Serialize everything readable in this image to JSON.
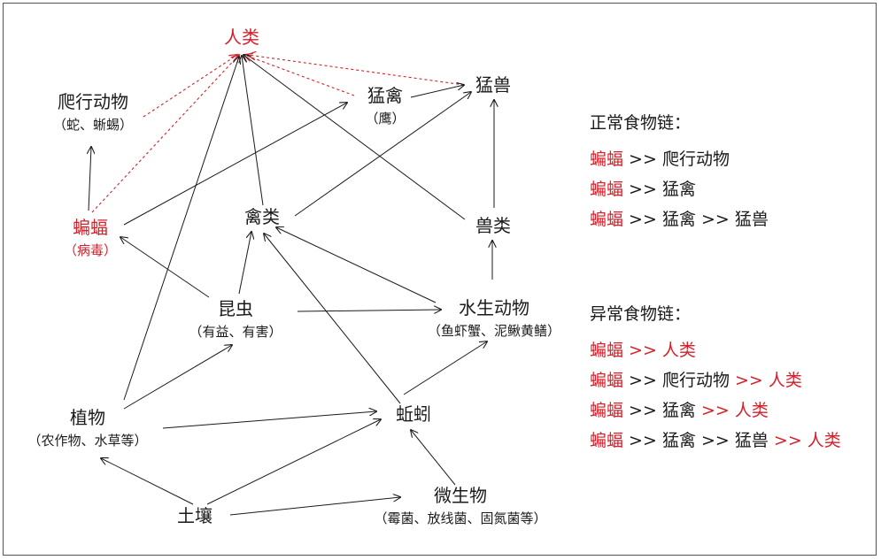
{
  "nodes": {
    "human": {
      "label": "人类"
    },
    "reptile": {
      "label": "爬行动物",
      "sub": "（蛇、蜥蜴）"
    },
    "raptor": {
      "label": "猛禽",
      "sub": "（鹰）"
    },
    "beast": {
      "label": "猛兽"
    },
    "bat": {
      "label": "蝙蝠",
      "sub": "（病毒）"
    },
    "bird": {
      "label": "禽类"
    },
    "mammal": {
      "label": "兽类"
    },
    "insect": {
      "label": "昆虫",
      "sub": "（有益、有害）"
    },
    "aquatic": {
      "label": "水生动物",
      "sub": "（鱼虾蟹、泥鳅黄鳝）"
    },
    "plant": {
      "label": "植物",
      "sub": "（农作物、水草等）"
    },
    "worm": {
      "label": "蚯蚓"
    },
    "microbe": {
      "label": "微生物",
      "sub": "（霉菌、放线菌、固氮菌等）"
    },
    "soil": {
      "label": "土壤"
    }
  },
  "legend_normal": {
    "title": "正常食物链：",
    "rows": [
      [
        {
          "t": "蝙蝠",
          "c": "red"
        },
        {
          "t": " >> ",
          "c": "sep"
        },
        {
          "t": "爬行动物",
          "c": "black"
        }
      ],
      [
        {
          "t": "蝙蝠",
          "c": "red"
        },
        {
          "t": " >> ",
          "c": "sep"
        },
        {
          "t": "猛禽",
          "c": "black"
        }
      ],
      [
        {
          "t": "蝙蝠",
          "c": "red"
        },
        {
          "t": " >> ",
          "c": "sep"
        },
        {
          "t": "猛禽",
          "c": "black"
        },
        {
          "t": " >> ",
          "c": "sep"
        },
        {
          "t": "猛兽",
          "c": "black"
        }
      ]
    ]
  },
  "legend_abnormal": {
    "title": "异常食物链：",
    "rows": [
      [
        {
          "t": "蝙蝠",
          "c": "red"
        },
        {
          "t": " >> 人类",
          "c": "red"
        }
      ],
      [
        {
          "t": "蝙蝠",
          "c": "red"
        },
        {
          "t": " >> ",
          "c": "sep"
        },
        {
          "t": "爬行动物",
          "c": "black"
        },
        {
          "t": " >> 人类",
          "c": "red"
        }
      ],
      [
        {
          "t": "蝙蝠",
          "c": "red"
        },
        {
          "t": " >> ",
          "c": "sep"
        },
        {
          "t": "猛禽",
          "c": "black"
        },
        {
          "t": " >> 人类",
          "c": "red"
        }
      ],
      [
        {
          "t": "蝙蝠",
          "c": "red"
        },
        {
          "t": " >> ",
          "c": "sep"
        },
        {
          "t": "猛禽",
          "c": "black"
        },
        {
          "t": " >> ",
          "c": "sep"
        },
        {
          "t": "猛兽",
          "c": "black"
        },
        {
          "t": " >> 人类",
          "c": "red"
        }
      ]
    ]
  },
  "edges": [
    {
      "from": "bat",
      "to": "reptile",
      "style": "solid"
    },
    {
      "from": "bat",
      "to": "raptor",
      "style": "solid"
    },
    {
      "from": "bat",
      "to": "human",
      "style": "dashed"
    },
    {
      "from": "reptile",
      "to": "human",
      "style": "dashed"
    },
    {
      "from": "raptor",
      "to": "human",
      "style": "dashed"
    },
    {
      "from": "beast",
      "to": "human",
      "style": "dashed"
    },
    {
      "from": "raptor",
      "to": "beast",
      "style": "solid"
    },
    {
      "from": "bird",
      "to": "beast",
      "style": "solid"
    },
    {
      "from": "mammal",
      "to": "beast",
      "style": "solid"
    },
    {
      "from": "bird",
      "to": "human",
      "style": "solid"
    },
    {
      "from": "mammal",
      "to": "human",
      "style": "solid"
    },
    {
      "from": "plant",
      "to": "human",
      "style": "solid"
    },
    {
      "from": "insect",
      "to": "bat",
      "style": "solid"
    },
    {
      "from": "insect",
      "to": "bird",
      "style": "solid"
    },
    {
      "from": "insect",
      "to": "aquatic",
      "style": "solid"
    },
    {
      "from": "aquatic",
      "to": "bird",
      "style": "solid"
    },
    {
      "from": "aquatic",
      "to": "mammal",
      "style": "solid"
    },
    {
      "from": "worm",
      "to": "bird",
      "style": "solid"
    },
    {
      "from": "worm",
      "to": "aquatic",
      "style": "solid"
    },
    {
      "from": "plant",
      "to": "insect",
      "style": "solid"
    },
    {
      "from": "plant",
      "to": "worm",
      "style": "solid"
    },
    {
      "from": "soil",
      "to": "plant",
      "style": "solid"
    },
    {
      "from": "soil",
      "to": "worm",
      "style": "solid"
    },
    {
      "from": "soil",
      "to": "microbe",
      "style": "solid"
    },
    {
      "from": "microbe",
      "to": "worm",
      "style": "solid"
    }
  ],
  "colors": {
    "accent_red": "#d4202a",
    "line": "#1a1a1a"
  }
}
